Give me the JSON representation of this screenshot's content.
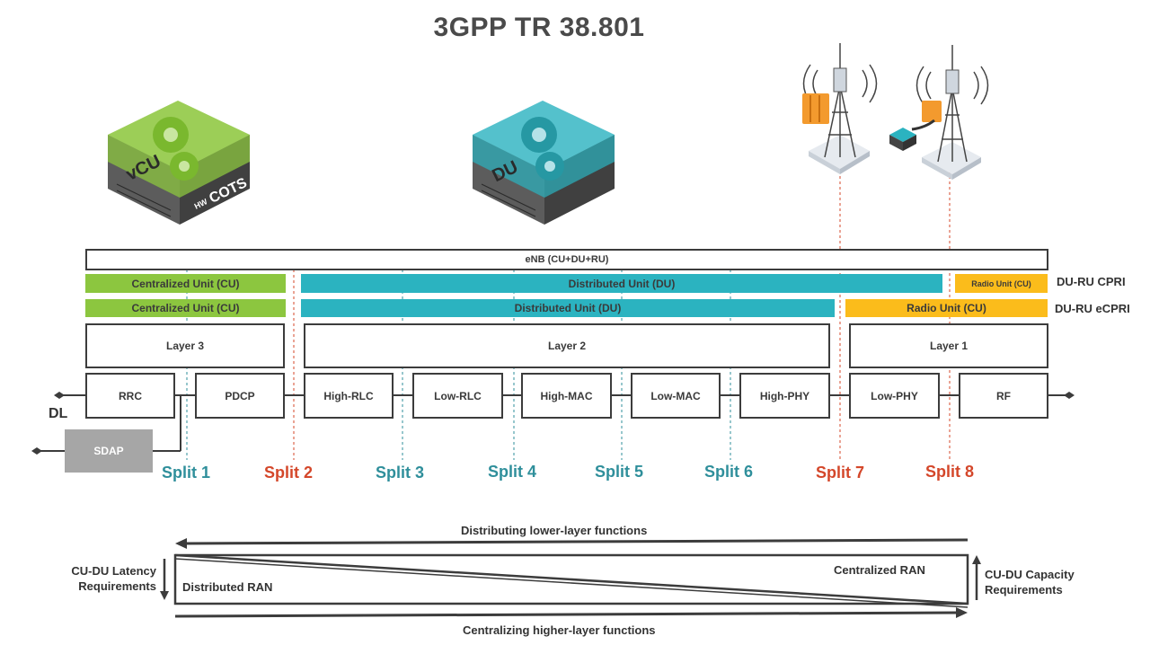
{
  "title": "3GPP TR 38.801",
  "icons": {
    "vcu_label": "vCU",
    "vcu_hw": "HW",
    "vcu_cots": "COTS",
    "du_label": "DU"
  },
  "enb_label": "eNB (CU+DU+RU)",
  "row_cpri": {
    "cu": "Centralized Unit (CU)",
    "du": "Distributed Unit (DU)",
    "ru": "Radio Unit (CU)",
    "side": "DU-RU CPRI"
  },
  "row_ecpri": {
    "cu": "Centralized Unit (CU)",
    "du": "Distributed Unit (DU)",
    "ru": "Radio Unit (CU)",
    "side": "DU-RU eCPRI"
  },
  "layers": {
    "l3": "Layer 3",
    "l2": "Layer 2",
    "l1": "Layer 1"
  },
  "functions": [
    "RRC",
    "PDCP",
    "High-RLC",
    "Low-RLC",
    "High-MAC",
    "Low-MAC",
    "High-PHY",
    "Low-PHY",
    "RF"
  ],
  "sdap": "SDAP",
  "dl": "DL",
  "splits": [
    {
      "label": "Split 1",
      "color": "#2f8f9b"
    },
    {
      "label": "Split 2",
      "color": "#d4472a"
    },
    {
      "label": "Split 3",
      "color": "#2f8f9b"
    },
    {
      "label": "Split 4",
      "color": "#2f8f9b"
    },
    {
      "label": "Split 5",
      "color": "#2f8f9b"
    },
    {
      "label": "Split 6",
      "color": "#2f8f9b"
    },
    {
      "label": "Split 7",
      "color": "#d4472a"
    },
    {
      "label": "Split 8",
      "color": "#d4472a"
    }
  ],
  "bottom": {
    "top_arrow": "Distributing lower-layer functions",
    "bottom_arrow": "Centralizing higher-layer functions",
    "distributed": "Distributed RAN",
    "centralized": "Centralized RAN",
    "latency": "CU-DU Latency Requirements",
    "latency_l1": "CU-DU Latency",
    "latency_l2": "Requirements",
    "capacity_l1": "CU-DU Capacity",
    "capacity_l2": "Requirements"
  },
  "colors": {
    "green": "#8cc63f",
    "teal": "#2bb3c0",
    "yellow": "#fbbc1b",
    "grey": "#a6a6a6",
    "orange": "#f39a2e"
  }
}
